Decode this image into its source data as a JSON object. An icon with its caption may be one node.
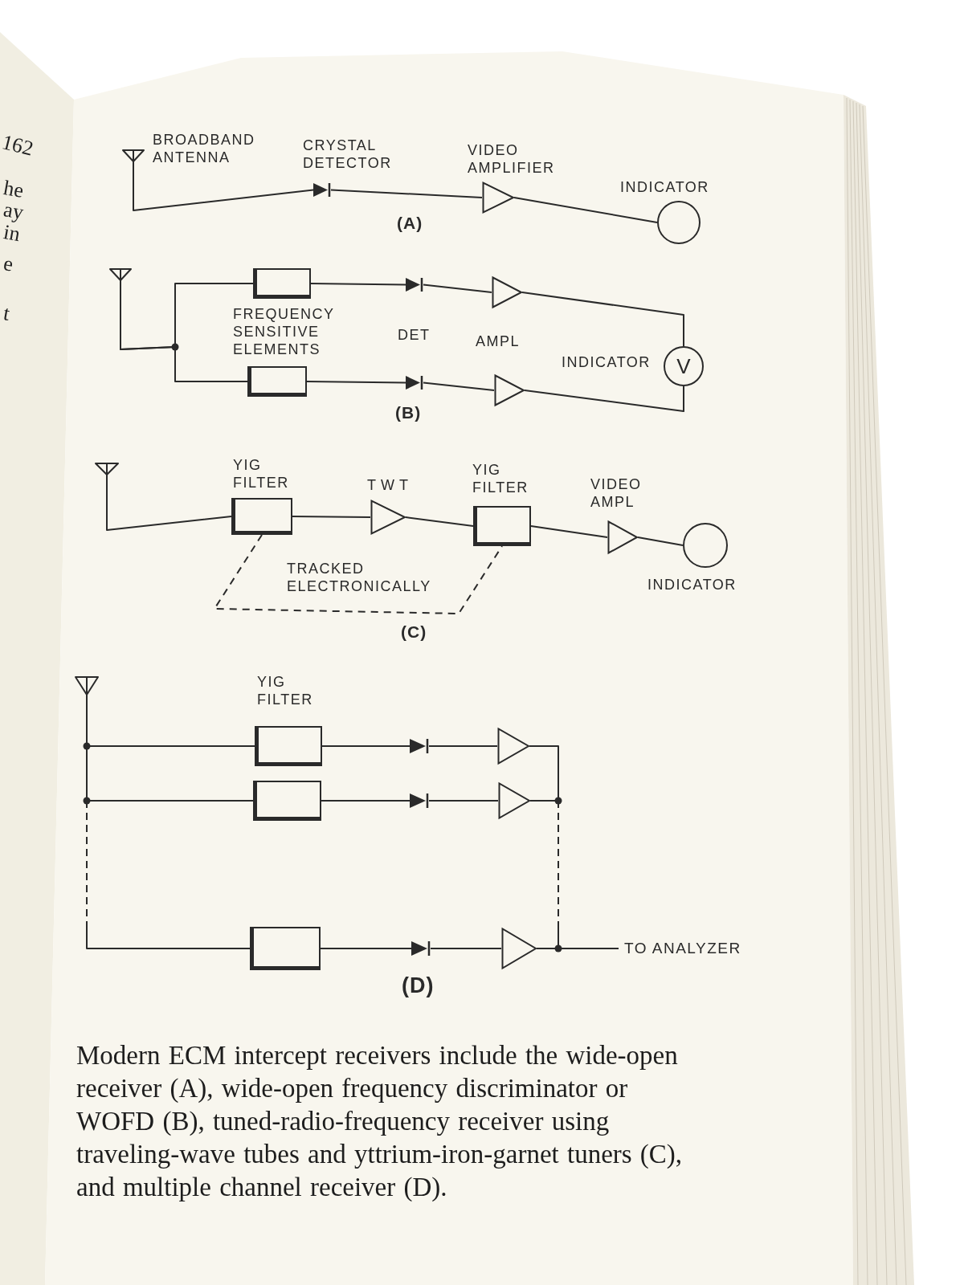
{
  "diagram": {
    "caption": "Modern ECM intercept receivers include the wide-open receiver (A), wide-open frequency discriminator or WOFD (B), tuned-radio-frequency receiver using traveling-wave tubes and yttrium-iron-garnet tuners (C), and multiple channel receiver (D).",
    "nodes": [
      {
        "text": [],
        "shape": "antenna",
        "beside": [
          "BROADBAND ANTENNA"
        ]
      },
      {
        "text": [],
        "shape": "diode",
        "beside": [
          "CRYSTAL DETECTOR"
        ]
      },
      {
        "text": [],
        "shape": "triangle",
        "beside": [
          "VIDEO AMPLIFIER"
        ]
      },
      {
        "text": [],
        "shape": "circle",
        "beside": [
          "INDICATOR"
        ]
      },
      {
        "text": [],
        "shape": "antenna"
      },
      {
        "text": [],
        "shape": "box"
      },
      {
        "text": [],
        "shape": "diode"
      },
      {
        "text": [],
        "shape": "triangle"
      },
      {
        "text": [
          "V"
        ],
        "beside": [
          "INDICATOR"
        ]
      },
      {
        "text": [],
        "shape": "box"
      },
      {
        "text": [],
        "shape": "diode"
      },
      {
        "text": [],
        "shape": "triangle"
      },
      {
        "text": [],
        "shape": "antenna"
      },
      {
        "text": [],
        "shape": "box",
        "beside": [
          "YIG FILTER"
        ]
      },
      {
        "text": [],
        "shape": "triangle",
        "beside": [
          "TWT"
        ]
      },
      {
        "text": [],
        "shape": "box",
        "beside": [
          "YIG FILTER"
        ]
      },
      {
        "text": [],
        "shape": "triangle",
        "beside": [
          "VIDEO AMPL"
        ]
      },
      {
        "text": [],
        "shape": "circle",
        "beside": [
          "INDICATOR"
        ]
      },
      {
        "text": [],
        "shape": "antenna"
      },
      {
        "text": [],
        "shape": "box",
        "beside": [
          "YIG FILTER"
        ]
      },
      {
        "text": [],
        "shape": "diode"
      },
      {
        "text": [],
        "shape": "triangle"
      },
      {
        "text": [],
        "shape": "box"
      },
      {
        "text": [],
        "shape": "diode"
      },
      {
        "text": [],
        "shape": "triangle"
      },
      {
        "text": [],
        "shape": "box"
      },
      {
        "text": [],
        "shape": "diode"
      },
      {
        "text": [],
        "shape": "triangle"
      },
      {
        "text": [
          "TO ANALYZER"
        ]
      }
    ],
    "edges": [
      {
        "from": 0,
        "to": 1,
        "arrow": "none"
      },
      {
        "from": 1,
        "to": 2,
        "arrow": "none"
      },
      {
        "from": 2,
        "to": 3,
        "arrow": "none"
      },
      {
        "from": 4,
        "to": 5,
        "arrow": "none"
      },
      {
        "from": 4,
        "to": 9,
        "arrow": "none"
      },
      {
        "from": 5,
        "to": 6,
        "arrow": "none"
      },
      {
        "from": 6,
        "to": 7,
        "arrow": "none"
      },
      {
        "from": 7,
        "to": 8,
        "arrow": "none"
      },
      {
        "from": 9,
        "to": 10,
        "arrow": "none"
      },
      {
        "from": 10,
        "to": 11,
        "arrow": "none"
      },
      {
        "from": 11,
        "to": 8,
        "arrow": "none"
      },
      {
        "from": 12,
        "to": 13,
        "arrow": "none"
      },
      {
        "from": 13,
        "to": 14,
        "arrow": "none"
      },
      {
        "from": 14,
        "to": 15,
        "arrow": "none"
      },
      {
        "from": 15,
        "to": 16,
        "arrow": "none"
      },
      {
        "from": 16,
        "to": 17,
        "arrow": "none"
      },
      {
        "from": 13,
        "to": 15,
        "arrow": "none",
        "label": "TRACKED ELECTRONICALLY",
        "style": "dashed"
      },
      {
        "from": 18,
        "to": 19,
        "arrow": "none"
      },
      {
        "from": 18,
        "to": 22,
        "arrow": "none"
      },
      {
        "from": 18,
        "to": 25,
        "arrow": "none",
        "style": "dashed"
      },
      {
        "from": 19,
        "to": 20,
        "arrow": "none"
      },
      {
        "from": 20,
        "to": 21,
        "arrow": "none"
      },
      {
        "from": 22,
        "to": 23,
        "arrow": "none"
      },
      {
        "from": 23,
        "to": 24,
        "arrow": "none"
      },
      {
        "from": 25,
        "to": 26,
        "arrow": "none"
      },
      {
        "from": 26,
        "to": 27,
        "arrow": "none"
      },
      {
        "from": 21,
        "to": 28,
        "arrow": "none",
        "style": "dashed"
      },
      {
        "from": 24,
        "to": 28,
        "arrow": "none",
        "style": "dashed"
      },
      {
        "from": 27,
        "to": 28,
        "arrow": "none"
      }
    ],
    "labels": [
      "162",
      "he",
      "ay",
      "in",
      "e",
      "t",
      "(A)",
      "FREQUENCY SENSITIVE ELEMENTS",
      "DET",
      "AMPL",
      "(B)",
      "(C)",
      "(D)"
    ]
  }
}
